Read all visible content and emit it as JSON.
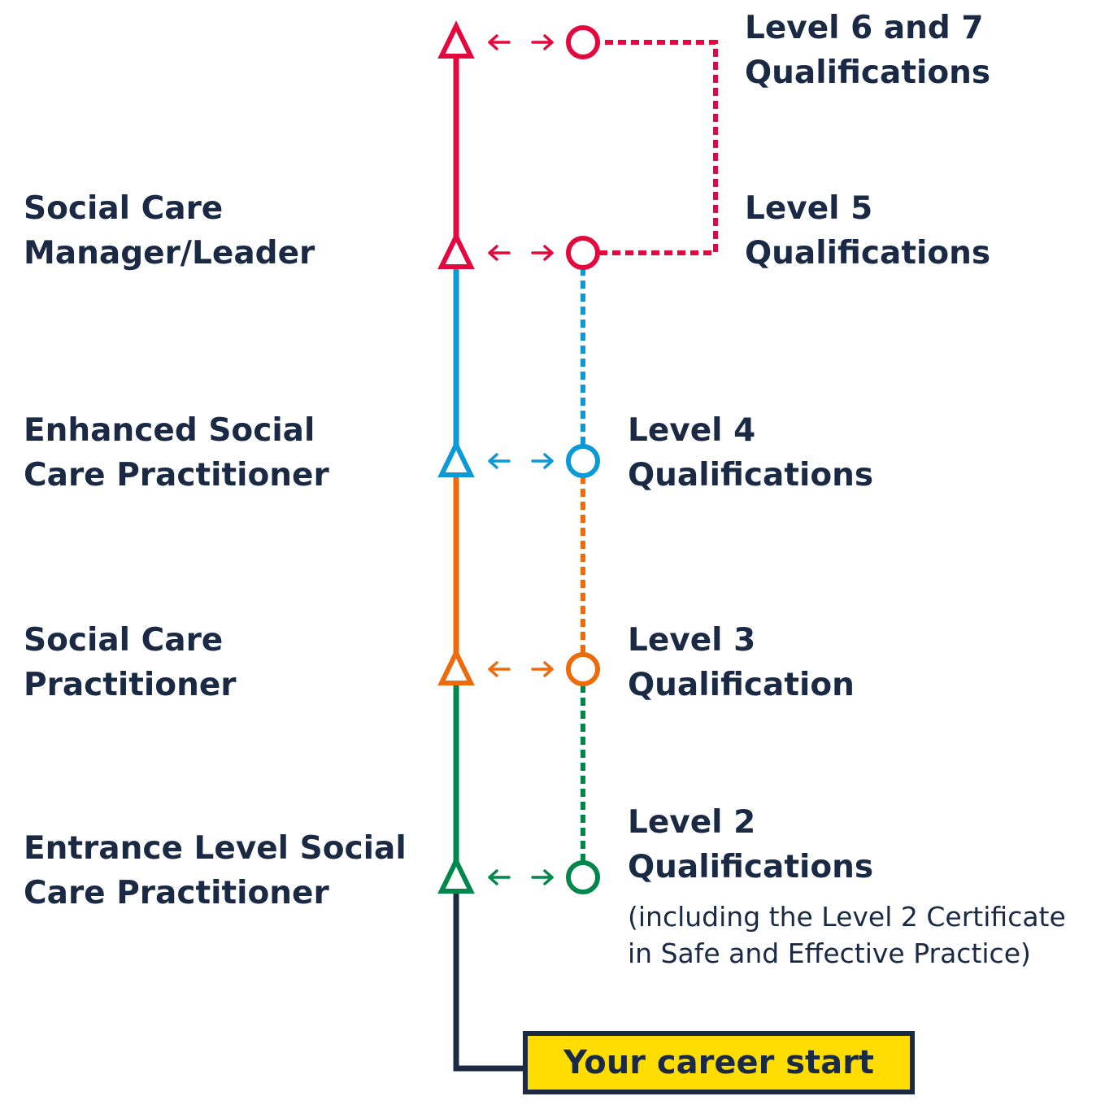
{
  "colors": {
    "navy": "#1b2a44",
    "red": "#e3093f",
    "blue": "#0a9ad7",
    "orange": "#ed6b0b",
    "green": "#00874b",
    "yellow": "#ffdd00"
  },
  "roles": [
    {
      "line1": "Entrance Level Social",
      "line2": "Care Practitioner"
    },
    {
      "line1": "Social Care",
      "line2": "Practitioner"
    },
    {
      "line1": "Enhanced Social",
      "line2": "Care Practitioner"
    },
    {
      "line1": "Social Care",
      "line2": "Manager/Leader"
    }
  ],
  "qualifications": [
    {
      "line1": "Level 2",
      "line2": "Qualifications",
      "note1": "(including the Level 2 Certificate",
      "note2": "in Safe and Effective Practice)"
    },
    {
      "line1": "Level 3",
      "line2": "Qualification"
    },
    {
      "line1": "Level 4",
      "line2": "Qualifications"
    },
    {
      "line1": "Level 5",
      "line2": "Qualifications"
    },
    {
      "line1": "Level 6 and 7",
      "line2": "Qualifications"
    }
  ],
  "start": {
    "label": "Your career start"
  }
}
